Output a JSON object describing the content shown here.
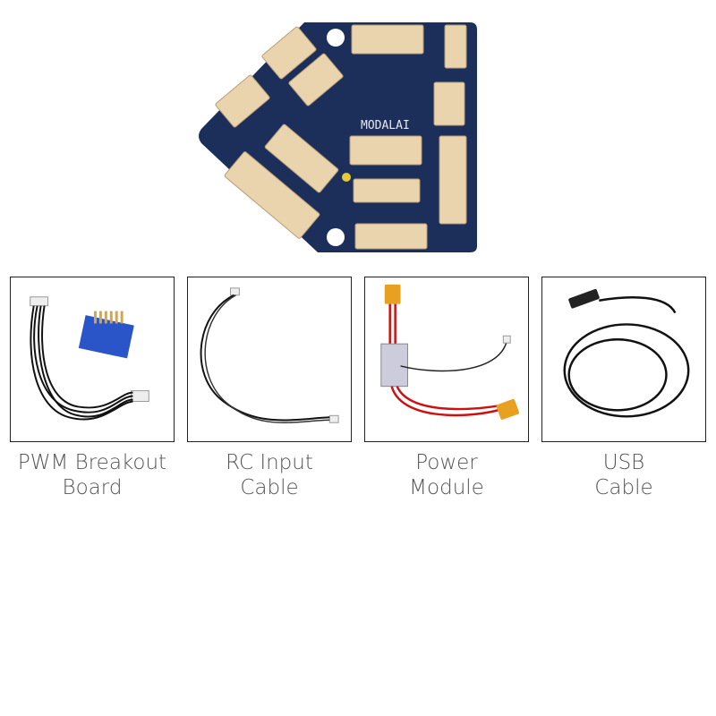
{
  "main_board": {
    "logo_text": "MODALAI",
    "colors": {
      "pcb": "#1c2e5a",
      "connector": "#e9d4ae"
    }
  },
  "accessories": [
    {
      "line1": "PWM Breakout",
      "line2": "Board"
    },
    {
      "line1": "RC Input",
      "line2": "Cable"
    },
    {
      "line1": "Power",
      "line2": "Module"
    },
    {
      "line1": "USB",
      "line2": "Cable"
    }
  ]
}
